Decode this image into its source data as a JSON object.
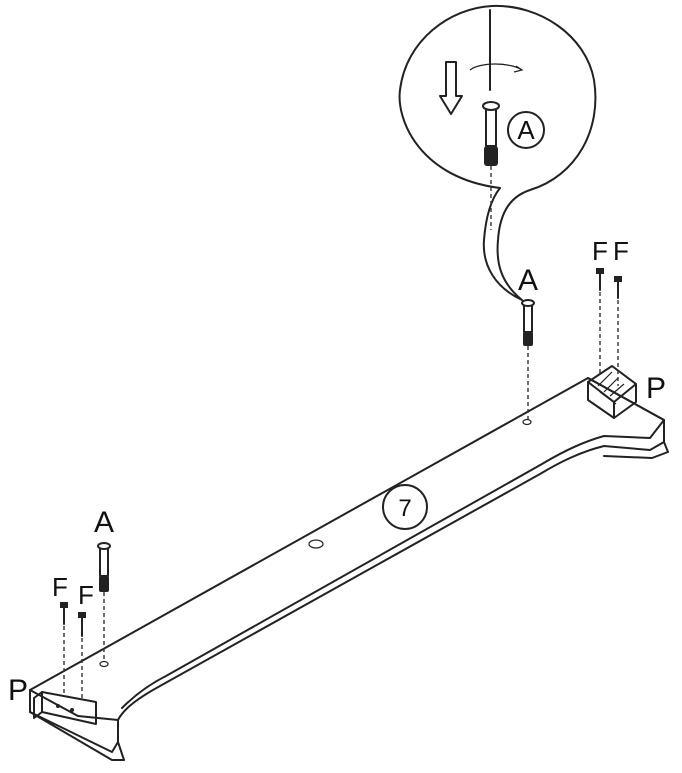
{
  "labels": {
    "zoom_circle_label": "A",
    "upper_bolt_label": "A",
    "upper_screw_left": "F",
    "upper_screw_right": "F",
    "upper_bracket_label": "P",
    "lower_bolt_label": "A",
    "lower_screw_left": "F",
    "lower_screw_right": "F",
    "lower_bracket_label": "P",
    "part_number": "7"
  }
}
